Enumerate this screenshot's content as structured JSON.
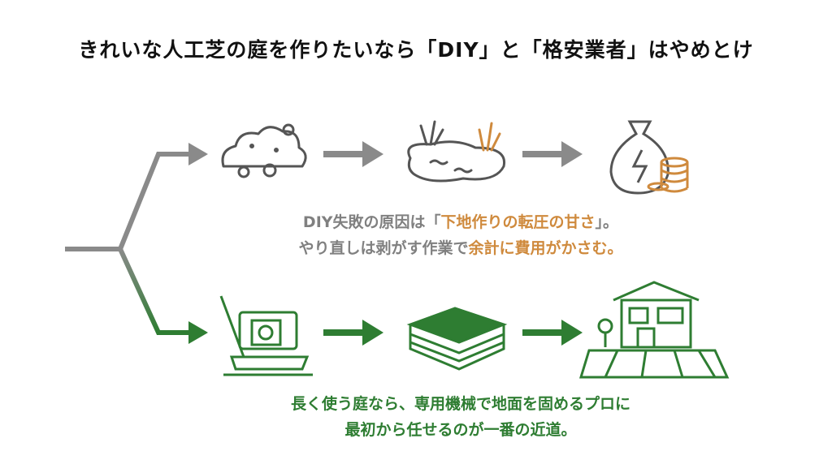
{
  "title": "きれいな人工芝の庭を作りたいなら「DIY」と「格安業者」はやめとけ",
  "colors": {
    "gray": "#8a8a8a",
    "orange": "#cf8a3d",
    "green": "#2e7d32",
    "title": "#111111"
  },
  "diy_path": {
    "icons": [
      "soil-pile-icon",
      "muddy-puddle-icon",
      "money-bag-coins-icon"
    ],
    "caption_line1_a": "DIY失敗の原因は「",
    "caption_line1_hl": "下地作りの転圧の甘さ",
    "caption_line1_b": "」。",
    "caption_line2_a": "やり直しは剥がす作業で",
    "caption_line2_hl": "余計に費用がかさむ。"
  },
  "pro_path": {
    "icons": [
      "plate-compactor-icon",
      "layered-turf-icon",
      "house-with-lawn-icon"
    ],
    "caption_line1": "長く使う庭なら、専用機械で地面を固めるプロに",
    "caption_line2": "最初から任せるのが一番の近道。"
  }
}
